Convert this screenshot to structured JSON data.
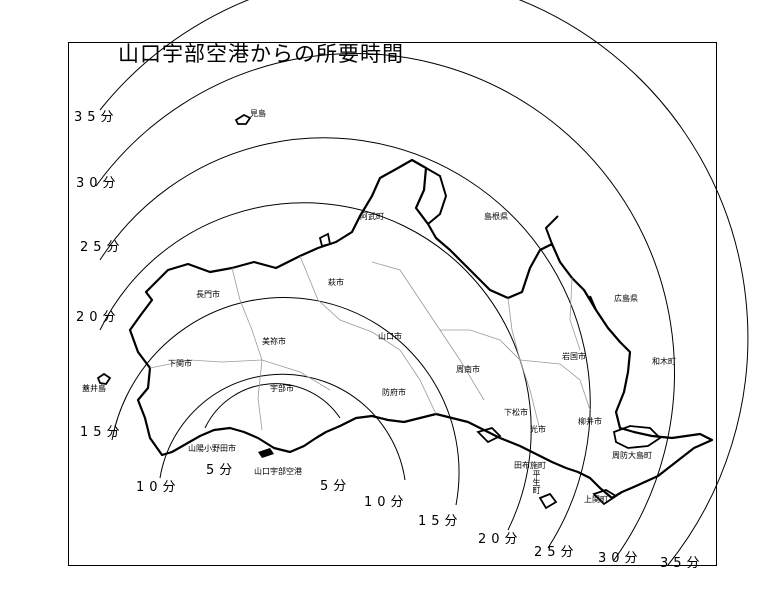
{
  "title": "山口宇部空港からの所要時間",
  "ring_labels_left": [
    "35分",
    "30分",
    "25分",
    "20分",
    "15分",
    "10分",
    "5分"
  ],
  "ring_labels_bottom": [
    "5分",
    "10分",
    "15分",
    "20分",
    "25分",
    "30分",
    "35分"
  ],
  "places": {
    "mishima": "見島",
    "abu": "阿武町",
    "shimane": "島根県",
    "hiroshima": "広島県",
    "nagato": "長門市",
    "hagi": "萩市",
    "mine": "美祢市",
    "yamaguchi": "山口市",
    "shimonoseki": "下関市",
    "iwakuni": "岩国市",
    "waki": "和木町",
    "aishima": "蓋井島",
    "ube": "宇部市",
    "hofu": "防府市",
    "shunan": "周南市",
    "kudamatsu": "下松市",
    "hikari": "光市",
    "yanai": "柳井市",
    "sanyo_onoda": "山陽小野田市",
    "airport": "山口宇部空港",
    "tabuse": "田布施町",
    "hirao": "平生町",
    "suo_oshima": "周防大島町",
    "kaminoseki": "上関町"
  },
  "colors": {
    "line": "#000000",
    "boundary": "#9a9a9a",
    "background": "#ffffff"
  }
}
